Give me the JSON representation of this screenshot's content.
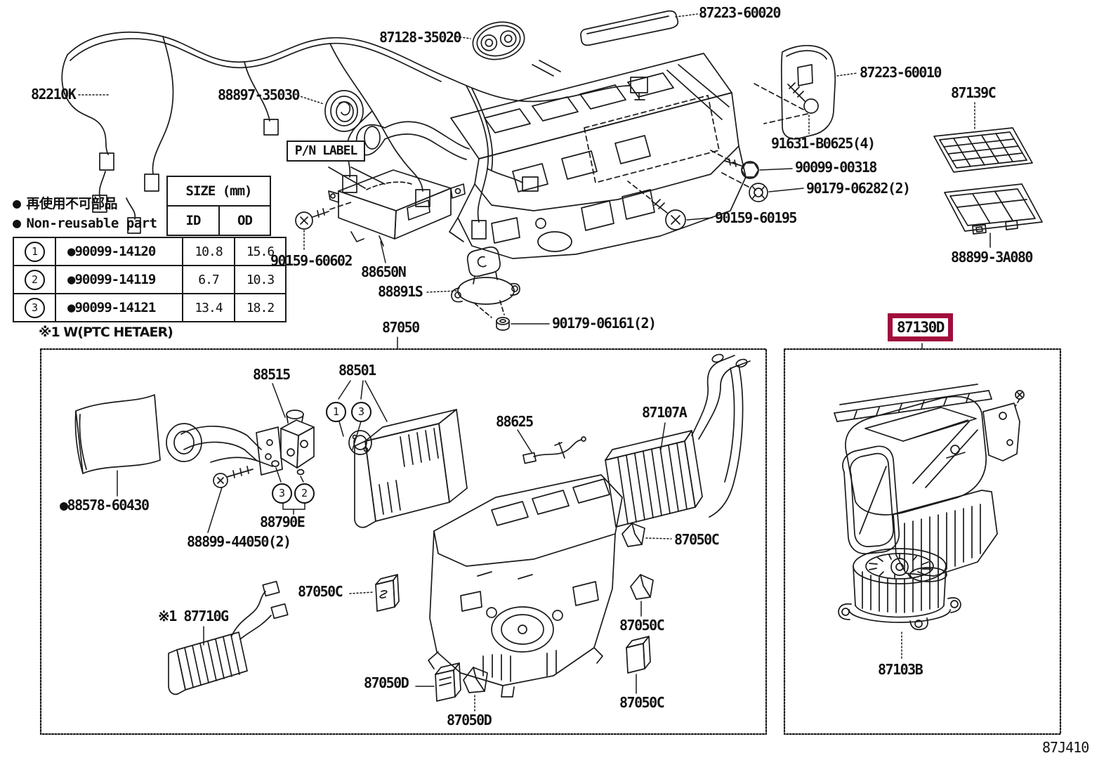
{
  "meta": {
    "diagram_code": "87J410"
  },
  "colors": {
    "highlight": "#A10C3C",
    "line": "#1a1a1a"
  },
  "highlight": {
    "label": "87130D"
  },
  "legend": {
    "bullet": "●",
    "jp": "再使用不可部品",
    "en": "Non-reusable part"
  },
  "note": "※1 W(PTC HETAER)",
  "pn_label": "P/N LABEL",
  "size_table": {
    "title": "SIZE (mm)",
    "col_id": "ID",
    "col_od": "OD",
    "rows": [
      {
        "num": "1",
        "part": "●90099-14120",
        "id_mm": "10.8",
        "od_mm": "15.6"
      },
      {
        "num": "2",
        "part": "●90099-14119",
        "id_mm": "6.7",
        "od_mm": "10.3"
      },
      {
        "num": "3",
        "part": "●90099-14121",
        "id_mm": "13.4",
        "od_mm": "18.2"
      }
    ]
  },
  "callouts": {
    "c1": "1",
    "c2": "2",
    "c3": "3"
  },
  "parts": {
    "harness": "82210K",
    "grommet": "88897-35030",
    "pipe_grommet": "87128-35020",
    "packing_upper": "87223-60020",
    "packing_side": "87223-60010",
    "clean_filter": "87139C",
    "screw_b0625": "91631-B0625(4)",
    "bolt_00318": "90099-00318",
    "nut_06282": "90179-06282(2)",
    "screw_60195": "90159-60195",
    "filter_case": "88899-3A080",
    "screw_60602": "90159-60602",
    "amplifier": "88650N",
    "servo": "88891S",
    "nut_06161": "90179-06161(2)",
    "unit_assy": "87050",
    "insulator": "●88578-60430",
    "exp_valve": "88515",
    "evaporator": "88501",
    "pipe_assy": "88790E",
    "screw_44050": "88899-44050(2)",
    "thermistor": "88625",
    "heater_core": "87107A",
    "ptc_heater": "※1 87710G",
    "clip_c": "87050C",
    "clip_d": "87050D",
    "blower_motor": "87103B"
  }
}
